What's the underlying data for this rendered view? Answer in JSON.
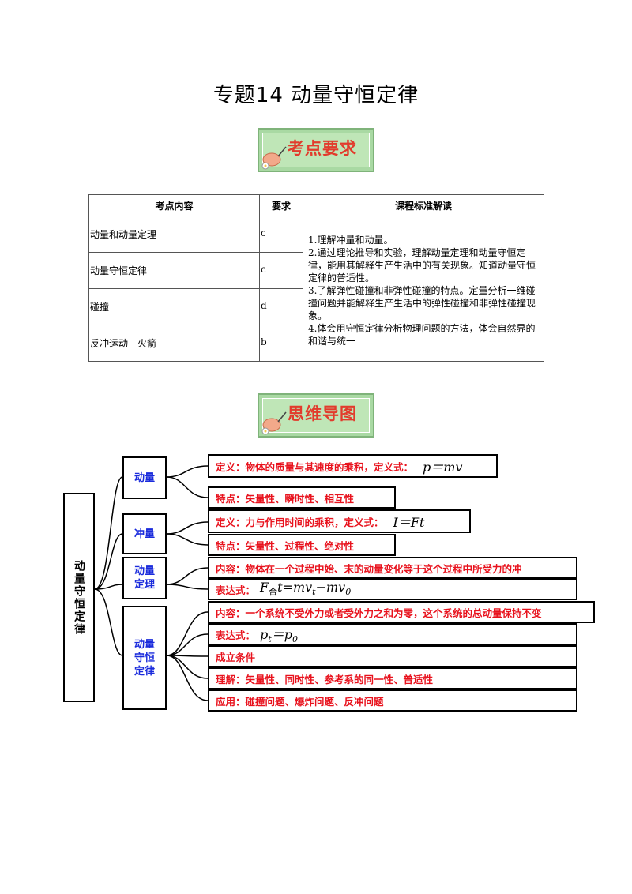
{
  "title": "专题14  动量守恒定律",
  "banners": {
    "section1": "考点要求",
    "section2": "思维导图"
  },
  "table": {
    "headers": [
      "考点内容",
      "要求",
      "课程标准解读"
    ],
    "rows": [
      {
        "topic": "动量和动量定理",
        "req": "c"
      },
      {
        "topic": "动量守恒定律",
        "req": "c"
      },
      {
        "topic": "碰撞",
        "req": "d"
      },
      {
        "topic": "反冲运动　火箭",
        "req": "b"
      }
    ],
    "interpretation": [
      "1.理解冲量和动量。",
      "2.通过理论推导和实验，理解动量定理和动量守恒定律，能用其解释生产生活中的有关现象。知道动量守恒定律的普适性。",
      "3.了解弹性碰撞和非弹性碰撞的特点。定量分析一维碰撞问题并能解释生产生活中的弹性碰撞和非弹性碰撞现象。",
      "4.体会用守恒定律分析物理问题的方法，体会自然界的和谐与统一"
    ]
  },
  "mindmap": {
    "root": "动量守恒定律",
    "nodes": {
      "momentum": "动量",
      "impulse": "冲量",
      "theorem": "动量\n定理",
      "conservation": "动量\n守恒\n定律"
    },
    "leaves": {
      "momentum_def": "定义：物体的质量与其速度的乘积，定义式：",
      "momentum_def_formula": "p＝mv",
      "momentum_feat": "特点：矢量性、瞬时性、相互性",
      "impulse_def": "定义：力与作用时间的乘积，定义式：",
      "impulse_def_formula": "I＝Ft",
      "impulse_feat": "特点：矢量性、过程性、绝对性",
      "theorem_content": "内容：物体在一个过程中始、末的动量变化等于这个过程中所受力的冲",
      "theorem_expr": "表达式：",
      "theorem_formula_F": "F",
      "theorem_formula_sub": "合",
      "theorem_formula_rest": "t=mv",
      "theorem_formula_t": "t",
      "theorem_formula_end": "−mv",
      "theorem_formula_0": "0",
      "cons_content": "内容：一个系统不受外力或者受外力之和为零，这个系统的总动量保持不变",
      "cons_expr": "表达式：",
      "cons_formula_p": "p",
      "cons_formula_t": "t",
      "cons_formula_eq": "＝p",
      "cons_formula_0": "0",
      "cons_condition": "成立条件",
      "cons_understanding": "理解：矢量性、同时性、参考系的同一性、普适性",
      "cons_application": "应用：碰撞问题、爆炸问题、反冲问题"
    }
  }
}
